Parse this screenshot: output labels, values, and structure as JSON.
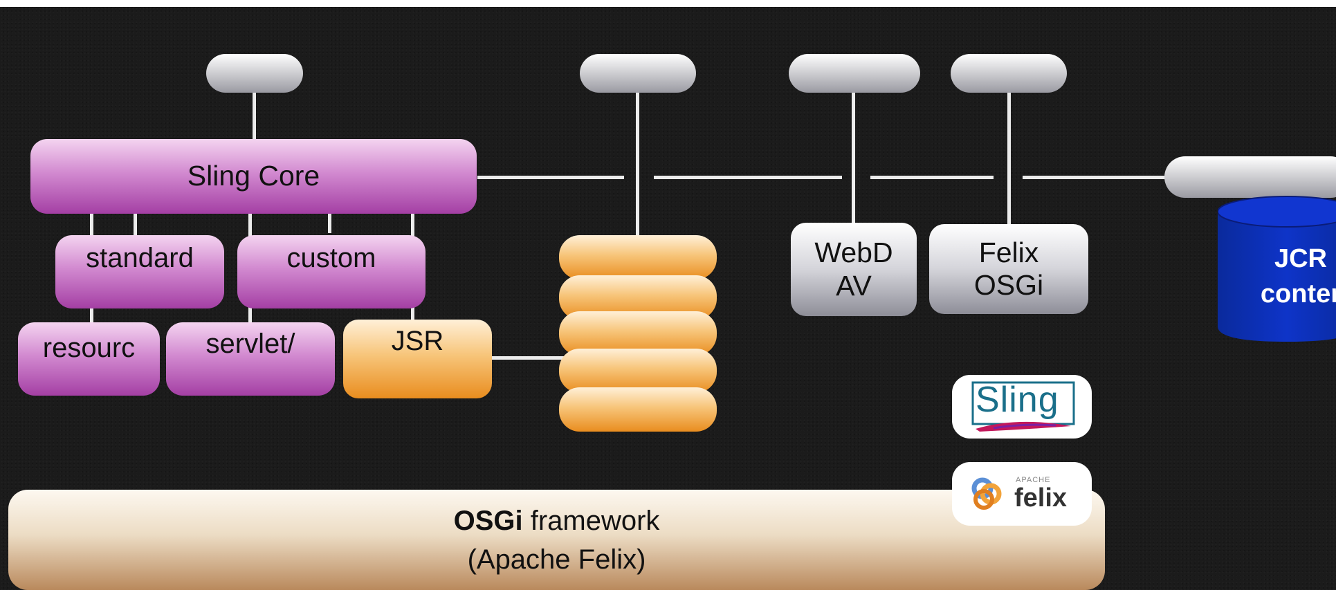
{
  "diagram": {
    "sling_core": "Sling Core",
    "standard": "standard",
    "custom": "custom",
    "resource": "resourc",
    "servlet": "servlet/",
    "jsr": "JSR",
    "webdav_line1": "WebD",
    "webdav_line2": "AV",
    "felix_line1": "Felix",
    "felix_line2": "OSGi",
    "jcr_line1": "JCR",
    "jcr_line2": "conter",
    "osgi_bold": "OSGi",
    "osgi_rest": " framework",
    "osgi_line2": "(Apache Felix)"
  },
  "logos": {
    "sling": {
      "text": "Sling",
      "icon": "sling-logo"
    },
    "felix": {
      "small": "APACHE",
      "text": "felix",
      "icon": "felix-logo"
    }
  },
  "colors": {
    "background": "#1b1b1b",
    "purple": "#a43fa4",
    "orange": "#e98d1f",
    "grey": "#c8c8cc",
    "jcr_blue": "#0b2db8",
    "osgi": "#b9895c"
  }
}
